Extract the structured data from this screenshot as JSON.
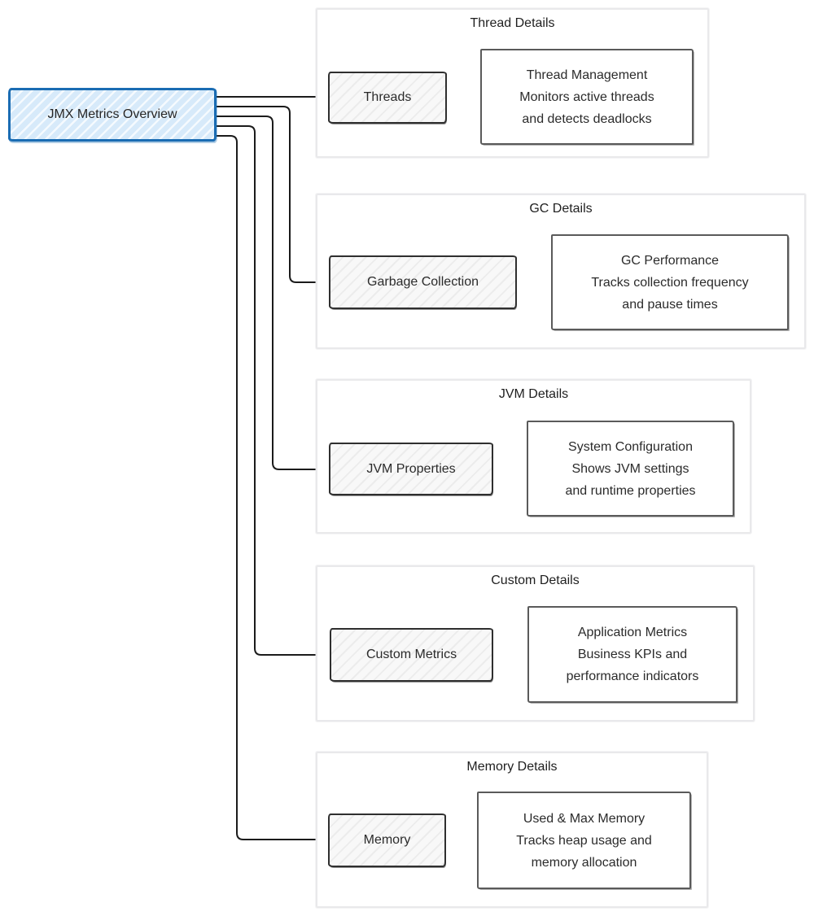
{
  "diagram": {
    "root_label": "JMX Metrics Overview",
    "sections": [
      {
        "title": "Thread Details",
        "node_label": "Threads",
        "description": [
          "Thread Management",
          "Monitors active threads",
          "and detects deadlocks"
        ]
      },
      {
        "title": "GC Details",
        "node_label": "Garbage Collection",
        "description": [
          "GC Performance",
          "Tracks collection frequency",
          "and pause times"
        ]
      },
      {
        "title": "JVM Details",
        "node_label": "JVM Properties",
        "description": [
          "System Configuration",
          "Shows JVM settings",
          "and runtime properties"
        ]
      },
      {
        "title": "Custom Details",
        "node_label": "Custom Metrics",
        "description": [
          "Application Metrics",
          "Business KPIs and",
          "performance indicators"
        ]
      },
      {
        "title": "Memory Details",
        "node_label": "Memory",
        "description": [
          "Used & Max Memory",
          "Tracks heap usage and",
          "memory allocation"
        ]
      }
    ],
    "edges": [
      {
        "from": "JMX Metrics Overview",
        "to": "Threads"
      },
      {
        "from": "JMX Metrics Overview",
        "to": "Garbage Collection"
      },
      {
        "from": "JMX Metrics Overview",
        "to": "JVM Properties"
      },
      {
        "from": "JMX Metrics Overview",
        "to": "Custom Metrics"
      },
      {
        "from": "JMX Metrics Overview",
        "to": "Memory"
      },
      {
        "from": "Threads",
        "to": "Thread Management"
      },
      {
        "from": "Garbage Collection",
        "to": "GC Performance"
      },
      {
        "from": "JVM Properties",
        "to": "System Configuration"
      },
      {
        "from": "Custom Metrics",
        "to": "Application Metrics"
      },
      {
        "from": "Memory",
        "to": "Used & Max Memory"
      }
    ],
    "colors": {
      "root_fill": "#d7eafa",
      "root_border": "#1a6cb3",
      "node_fill": "#f8f8f8",
      "node_border": "#2f2f2f",
      "desc_fill": "#ffffff",
      "desc_border": "#5a5a5a",
      "section_border": "#e9e9eb",
      "edge": "#1b1b1b",
      "text": "#262626"
    }
  }
}
